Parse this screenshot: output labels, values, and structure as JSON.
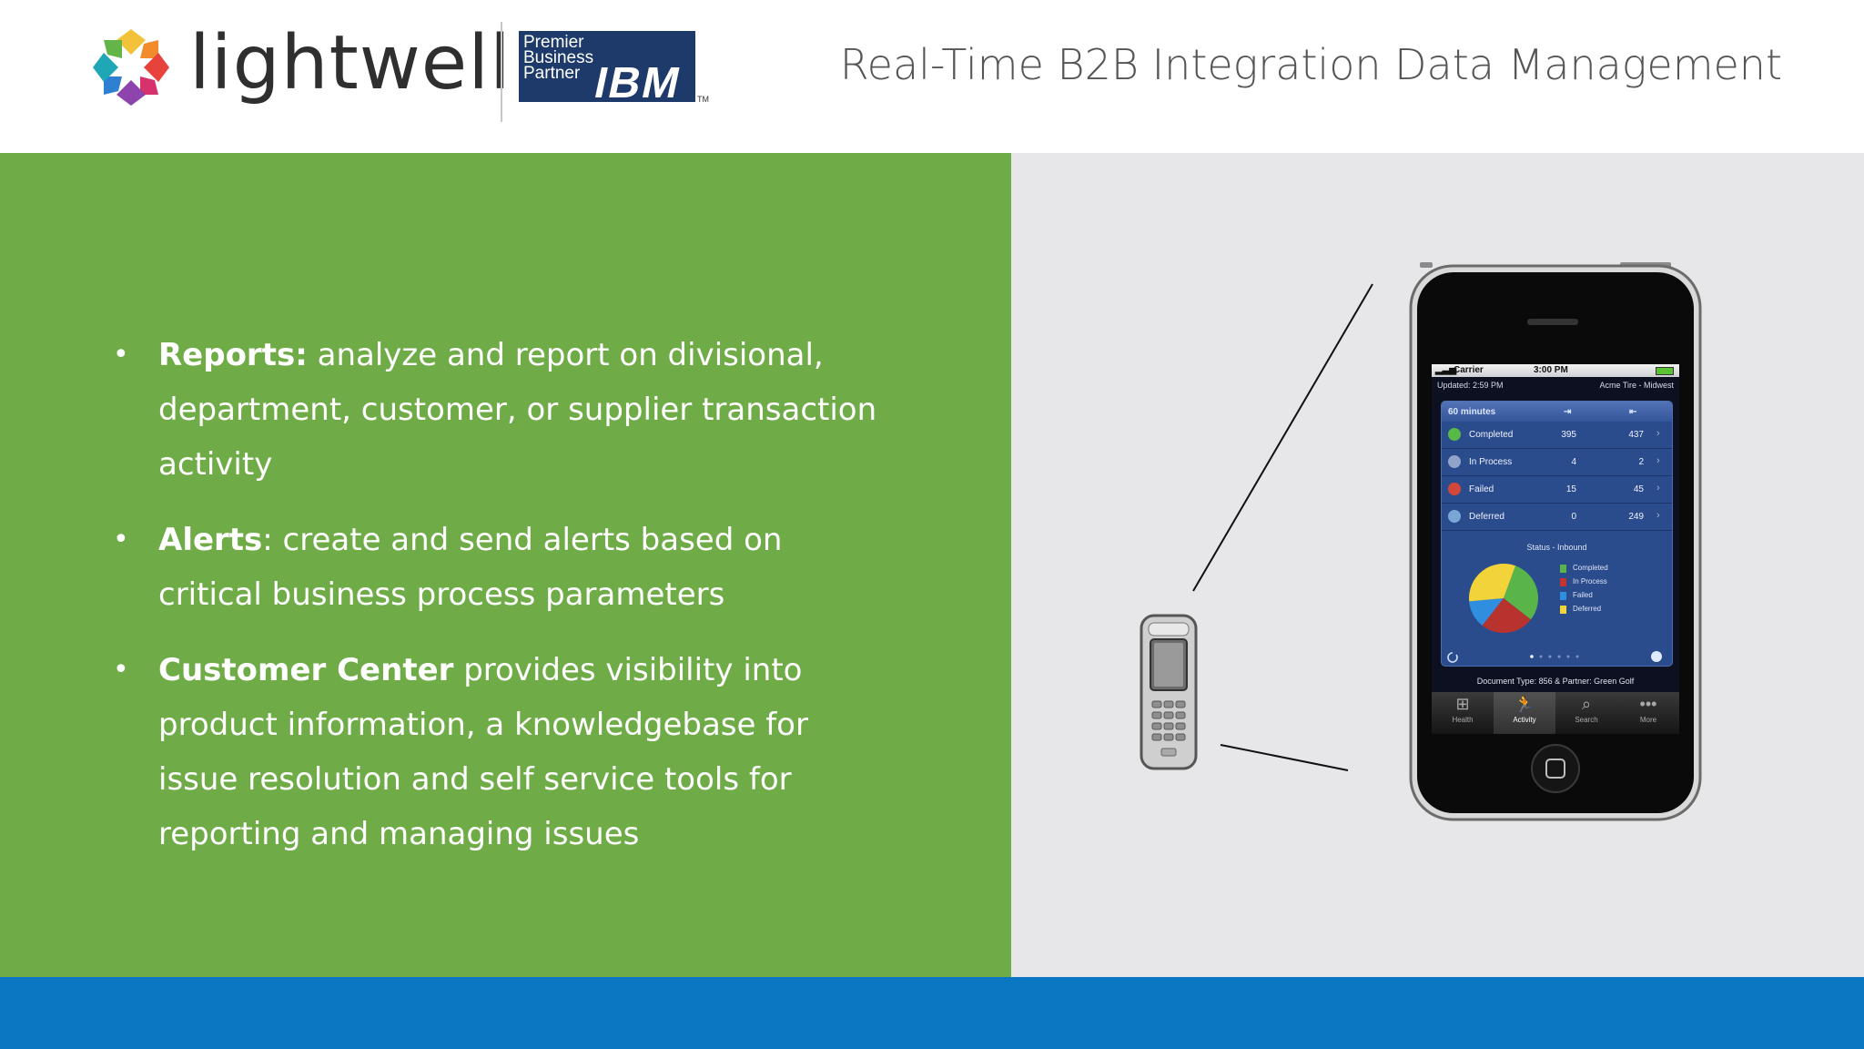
{
  "header": {
    "logo_text": "lightwell",
    "partner_badge_lines": [
      "Premier",
      "Business",
      "Partner"
    ],
    "partner_badge_brand": "IBM",
    "trademark": "TM",
    "title": "Real-Time B2B Integration Data Management"
  },
  "bullets": [
    {
      "bold": "Reports:",
      "text": "  analyze and report on divisional, department, customer, or supplier transaction activity"
    },
    {
      "bold": "Alerts",
      "text": ": create and send alerts based on critical business process parameters"
    },
    {
      "bold": "Customer Center",
      "text": " provides visibility into product information, a knowledgebase for issue resolution and self service tools for reporting and managing issues"
    }
  ],
  "app": {
    "status_carrier": "Carrier",
    "status_time": "3:00 PM",
    "updated": "Updated: 2:59 PM",
    "account": "Acme Tire - Midwest",
    "period": "60 minutes",
    "rows": [
      {
        "label": "Completed",
        "inbound": "395",
        "outbound": "437",
        "color": "#58b947"
      },
      {
        "label": "In Process",
        "inbound": "4",
        "outbound": "2",
        "color": "#8fa4c8"
      },
      {
        "label": "Failed",
        "inbound": "15",
        "outbound": "45",
        "color": "#d2473a"
      },
      {
        "label": "Deferred",
        "inbound": "0",
        "outbound": "249",
        "color": "#7aa6d6"
      }
    ],
    "pie_title": "Status - Inbound",
    "legend": [
      {
        "label": "Completed",
        "color": "#59b44a"
      },
      {
        "label": "In Process",
        "color": "#c8322e"
      },
      {
        "label": "Failed",
        "color": "#2f8ee0"
      },
      {
        "label": "Deferred",
        "color": "#f2d43a"
      }
    ],
    "pie_slices": [
      {
        "name": "Completed",
        "value": 0.3,
        "color": "#59b44a"
      },
      {
        "name": "In Process",
        "value": 0.25,
        "color": "#b8322e"
      },
      {
        "name": "Failed",
        "value": 0.13,
        "color": "#2f8ee0"
      },
      {
        "name": "Deferred",
        "value": 0.32,
        "color": "#f2d43a"
      }
    ],
    "doc_line": "Document Type: 856 & Partner: Green Golf",
    "tabs": [
      {
        "label": "Health",
        "icon": "plus-square-icon"
      },
      {
        "label": "Activity",
        "icon": "runner-icon"
      },
      {
        "label": "Search",
        "icon": "magnifier-icon"
      },
      {
        "label": "More",
        "icon": "ellipsis-icon"
      }
    ]
  },
  "colors": {
    "green_panel": "#6fac47",
    "gray_panel": "#e7e6e9",
    "footer_bar": "#0b77c2",
    "ibm_badge": "#1d3a6b"
  }
}
